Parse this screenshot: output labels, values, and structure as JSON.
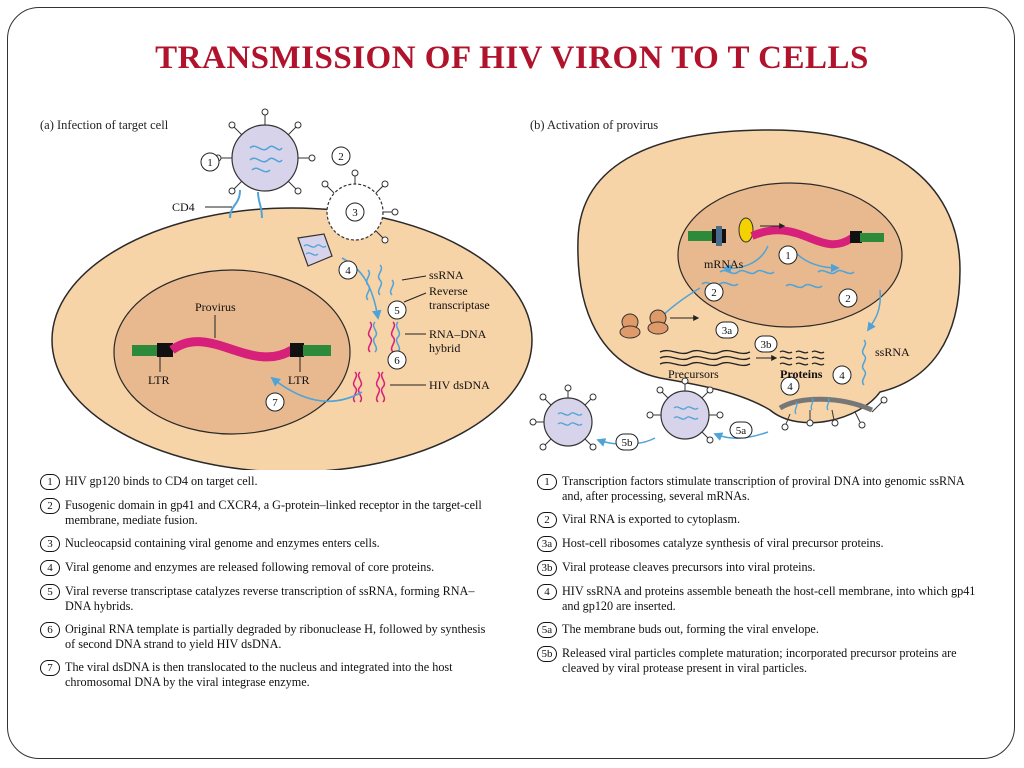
{
  "title": "TRANSMISSION OF  HIV VIRON TO T CELLS",
  "panel_a": {
    "label": "(a) Infection of target cell",
    "labels": {
      "cd4": "CD4",
      "provirus": "Provirus",
      "ltr_left": "LTR",
      "ltr_right": "LTR",
      "ssrna": "ssRNA",
      "reverse": "Reverse",
      "transcriptase": "transcriptase",
      "rna_dna": "RNA–DNA",
      "hybrid": "hybrid",
      "hiv_dsdna": "HIV dsDNA"
    },
    "steps": [
      "1",
      "2",
      "3",
      "4",
      "5",
      "6",
      "7"
    ],
    "legend": [
      {
        "n": "1",
        "text": "HIV gp120 binds to CD4 on target cell."
      },
      {
        "n": "2",
        "text": "Fusogenic domain in gp41 and CXCR4, a G-protein–linked receptor in the target-cell membrane, mediate fusion."
      },
      {
        "n": "3",
        "text": "Nucleocapsid containing viral genome and enzymes enters cells."
      },
      {
        "n": "4",
        "text": "Viral genome and enzymes are released following removal of core proteins."
      },
      {
        "n": "5",
        "text": "Viral reverse transcriptase catalyzes reverse transcription of ssRNA, forming RNA–DNA hybrids."
      },
      {
        "n": "6",
        "text": "Original RNA template is partially degraded by ribonuclease H, followed by synthesis of second DNA strand to yield HIV dsDNA."
      },
      {
        "n": "7",
        "text": "The viral dsDNA is then translocated to the nucleus and integrated into the host chromosomal DNA by the viral integrase enzyme."
      }
    ]
  },
  "panel_b": {
    "label": "(b) Activation of provirus",
    "labels": {
      "mrnas": "mRNAs",
      "precursors": "Precursors",
      "proteins": "Proteins",
      "ssrna": "ssRNA"
    },
    "steps": [
      "1",
      "2",
      "2",
      "3a",
      "3b",
      "4",
      "4",
      "5a",
      "5b"
    ],
    "legend": [
      {
        "n": "1",
        "text": "Transcription factors stimulate transcription of proviral DNA into genomic ssRNA and, after processing, several mRNAs."
      },
      {
        "n": "2",
        "text": "Viral RNA is exported to cytoplasm."
      },
      {
        "n": "3a",
        "text": "Host-cell ribosomes catalyze synthesis of viral precursor proteins."
      },
      {
        "n": "3b",
        "text": "Viral protease cleaves precursors into viral proteins."
      },
      {
        "n": "4",
        "text": "HIV ssRNA and proteins assemble beneath the host-cell membrane, into which gp41 and gp120 are inserted."
      },
      {
        "n": "5a",
        "text": "The membrane buds out, forming the viral envelope."
      },
      {
        "n": "5b",
        "text": "Released viral particles complete maturation; incorporated precursor proteins are cleaved by viral protease present in viral particles."
      }
    ]
  },
  "colors": {
    "title": "#b0132b",
    "cell": "#f7d3a8",
    "nucleus": "#e8b98f",
    "provirus": "#d6207a",
    "ltr": "#2c8a3a",
    "arrow": "#4fa3d8"
  }
}
